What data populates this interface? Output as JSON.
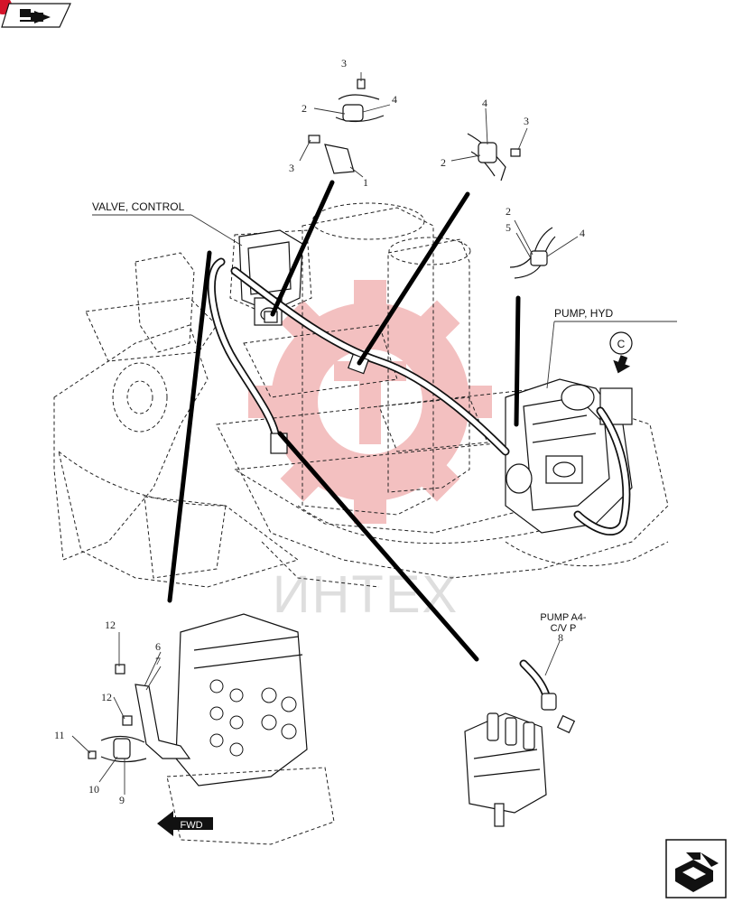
{
  "labels": {
    "valve_control": "VALVE, CONTROL",
    "pump_hyd": "PUMP, HYD",
    "pump_a4_line1": "PUMP A4-",
    "pump_a4_line2": "C/V P",
    "detail_c": "C",
    "fwd": "FWD",
    "watermark": "ИНТЕХ"
  },
  "callouts": {
    "c1": "1",
    "c2a": "2",
    "c2b": "2",
    "c2c": "2",
    "c3a": "3",
    "c3b": "3",
    "c3c": "3",
    "c4a": "4",
    "c4b": "4",
    "c4c": "4",
    "c5": "5",
    "c6": "6",
    "c7": "7",
    "c8": "8",
    "c9": "9",
    "c10": "10",
    "c11": "11",
    "c12a": "12",
    "c12b": "12"
  },
  "icons": {
    "prev": "nav-arrow-icon",
    "next": "next-page-icon",
    "watermark_logo": "gear-logo-icon"
  },
  "colors": {
    "watermark": "#f2b6b6",
    "badge": "#d4142a",
    "ink": "#111111"
  }
}
